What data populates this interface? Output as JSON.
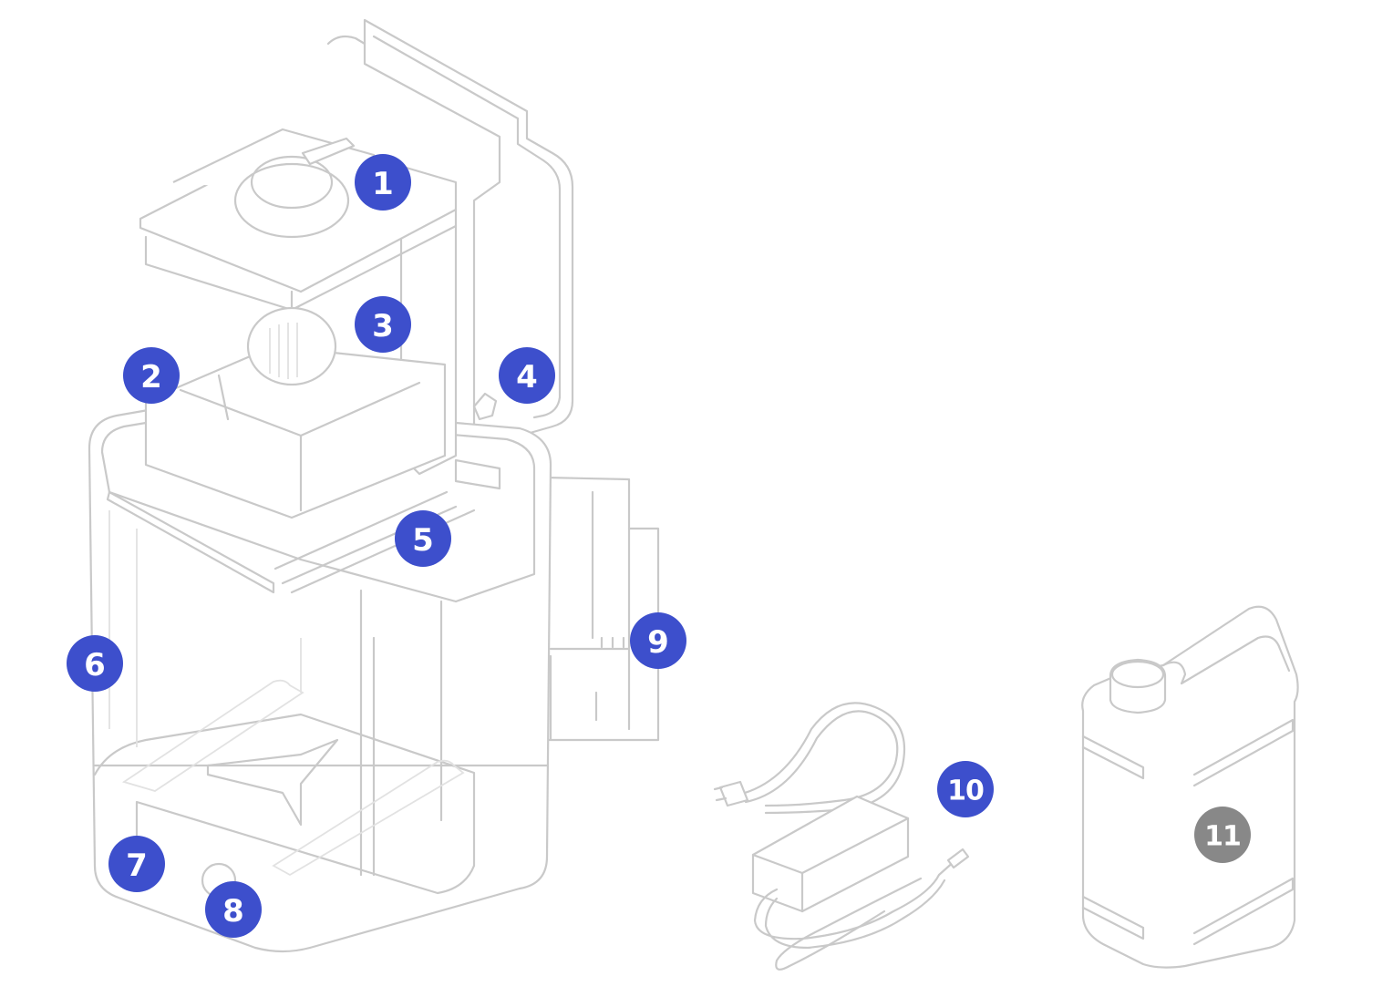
{
  "colors": {
    "primary_badge": "#3d4fcc",
    "secondary_badge": "#888888",
    "line": "#c9c9c9"
  },
  "callouts": [
    {
      "label": "1",
      "variant": "primary"
    },
    {
      "label": "2",
      "variant": "primary"
    },
    {
      "label": "3",
      "variant": "primary"
    },
    {
      "label": "4",
      "variant": "primary"
    },
    {
      "label": "5",
      "variant": "primary"
    },
    {
      "label": "6",
      "variant": "primary"
    },
    {
      "label": "7",
      "variant": "primary"
    },
    {
      "label": "8",
      "variant": "primary"
    },
    {
      "label": "9",
      "variant": "primary"
    },
    {
      "label": "10",
      "variant": "primary"
    },
    {
      "label": "11",
      "variant": "secondary"
    }
  ],
  "icons": {
    "printer": "resin-printer-drawing",
    "power_supply": "power-adapter-drawing",
    "bottle": "resin-bottle-drawing"
  }
}
